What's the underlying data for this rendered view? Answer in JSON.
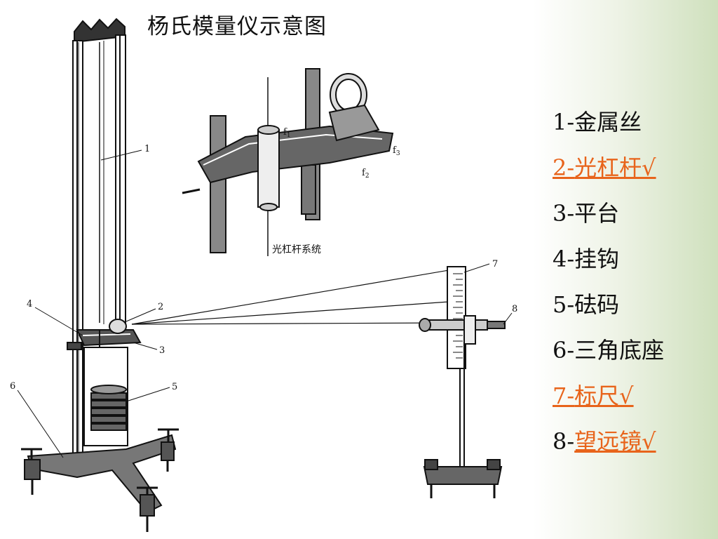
{
  "title": "杨氏模量仪示意图",
  "inset_label": "光杠杆系统",
  "inset_callouts": {
    "f1": "f",
    "f1_sub": "1",
    "f2": "f",
    "f2_sub": "2",
    "f3": "f",
    "f3_sub": "3"
  },
  "callouts": [
    "1",
    "2",
    "3",
    "4",
    "5",
    "6",
    "7",
    "8"
  ],
  "legend": [
    {
      "num": "1-",
      "text": "金属丝",
      "marked": false
    },
    {
      "num": "2-",
      "text": "光杠杆√",
      "marked": true
    },
    {
      "num": "3-",
      "text": "平台",
      "marked": false
    },
    {
      "num": "4-",
      "text": "挂钩",
      "marked": false
    },
    {
      "num": "5-",
      "text": "砝码",
      "marked": false
    },
    {
      "num": "6-",
      "text": "三角底座",
      "marked": false
    },
    {
      "num": "7-",
      "text": "标尺√",
      "marked": true
    },
    {
      "num": "8-",
      "text": "望远镜√",
      "marked": false,
      "underline_text": true
    }
  ],
  "colors": {
    "accent": "#e8641b",
    "ink": "#111111",
    "strip": "#cfe0bd"
  }
}
